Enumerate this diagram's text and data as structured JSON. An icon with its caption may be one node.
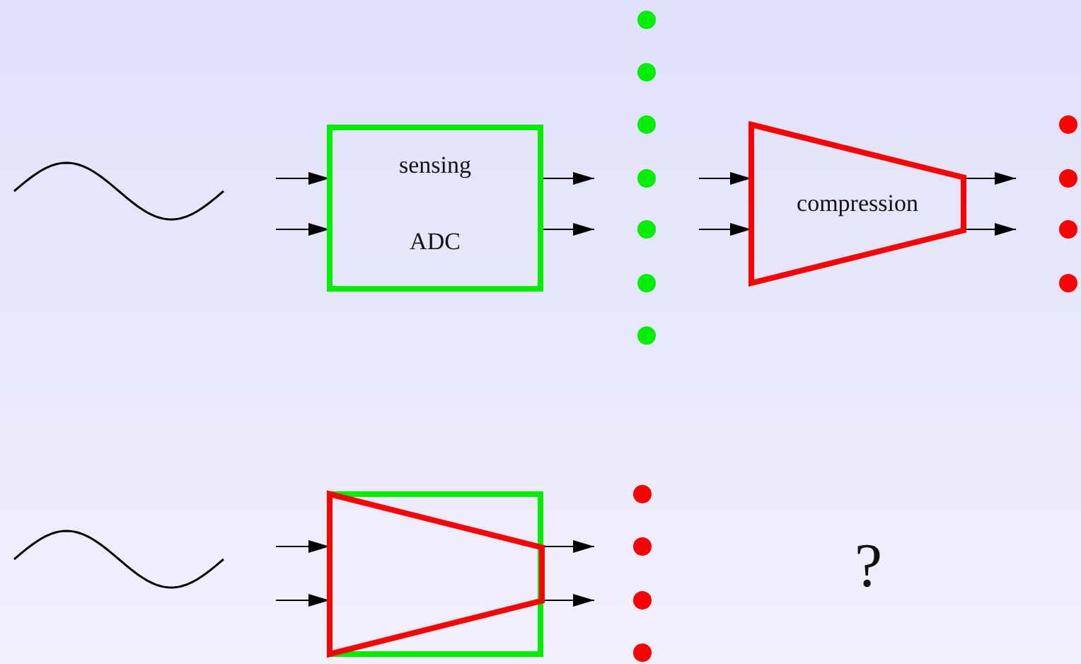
{
  "diagram": {
    "nodes": [
      {
        "text": [
          "sensing",
          "ADC"
        ]
      },
      {
        "text": [
          "compression"
        ]
      },
      {
        "text": [],
        "shape": "box"
      },
      {
        "text": [],
        "shape": "trapezoid",
        "in": 2
      }
    ],
    "edges": [
      {
        "from": null,
        "to": 0,
        "arrow": "to"
      },
      {
        "from": null,
        "to": 0,
        "arrow": "to"
      },
      {
        "from": 0,
        "to": null,
        "arrow": "to"
      },
      {
        "from": 0,
        "to": null,
        "arrow": "to"
      },
      {
        "from": null,
        "to": 1,
        "arrow": "to"
      },
      {
        "from": null,
        "to": 1,
        "arrow": "to"
      },
      {
        "from": 1,
        "to": null,
        "arrow": "to"
      },
      {
        "from": 1,
        "to": null,
        "arrow": "to"
      },
      {
        "from": null,
        "to": 2,
        "arrow": "to"
      },
      {
        "from": null,
        "to": 2,
        "arrow": "to"
      },
      {
        "from": 3,
        "to": null,
        "arrow": "to"
      },
      {
        "from": 3,
        "to": null,
        "arrow": "to"
      }
    ],
    "labels": [
      "?"
    ]
  }
}
